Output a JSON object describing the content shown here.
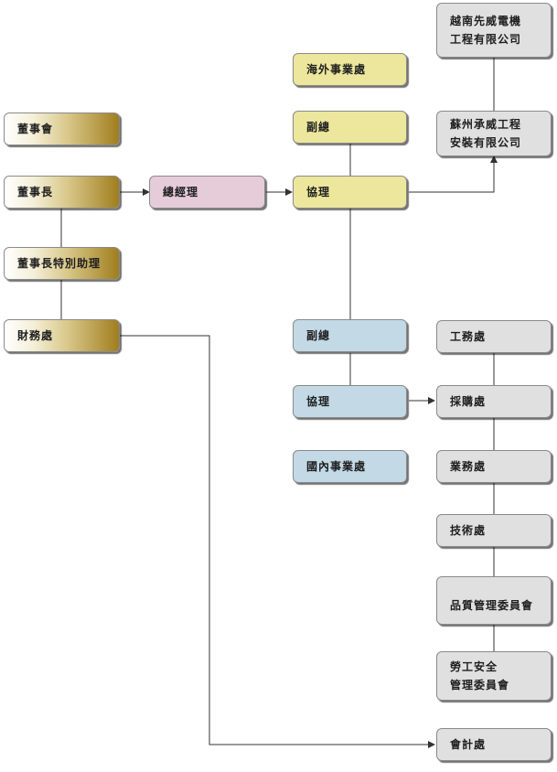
{
  "nodes": {
    "board": "董事會",
    "chairman": "董事長",
    "special_assistant": "董事長特別助理",
    "finance": "財務處",
    "general_manager": "總經理",
    "overseas": "海外事業處",
    "vp_overseas": "副總",
    "assoc_mgr_overseas": "協理",
    "vietnam_line1": "越南先威電機",
    "vietnam_line2": "工程有限公司",
    "suzhou_line1": "蘇州承威工程",
    "suzhou_line2": "安裝有限公司",
    "vp_domestic": "副總",
    "assoc_mgr_domestic": "協理",
    "domestic": "國內事業處",
    "engineering": "工務處",
    "procurement": "採購處",
    "business": "業務處",
    "technical": "技術處",
    "quality": "品質管理委員會",
    "safety_line1": "勞工安全",
    "safety_line2": "管理委員會",
    "accounting": "會計處"
  },
  "colors": {
    "gold": "#a07e1f",
    "pink": "#e6ccd9",
    "yellow": "#ece79c",
    "blue": "#c3d9e6",
    "gray": "#e0e0e0",
    "line": "#333333"
  }
}
